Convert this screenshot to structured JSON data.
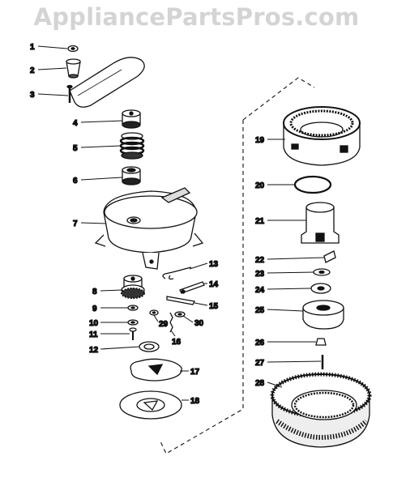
{
  "watermark": "AppliancePartsPros.com",
  "callouts": [
    {
      "id": 1,
      "label": "1"
    },
    {
      "id": 2,
      "label": "2"
    },
    {
      "id": 3,
      "label": "3"
    },
    {
      "id": 4,
      "label": "4"
    },
    {
      "id": 5,
      "label": "5"
    },
    {
      "id": 6,
      "label": "6"
    },
    {
      "id": 7,
      "label": "7"
    },
    {
      "id": 8,
      "label": "8"
    },
    {
      "id": 9,
      "label": "9"
    },
    {
      "id": 10,
      "label": "10"
    },
    {
      "id": 11,
      "label": "11"
    },
    {
      "id": 12,
      "label": "12"
    },
    {
      "id": 13,
      "label": "13"
    },
    {
      "id": 14,
      "label": "14"
    },
    {
      "id": 15,
      "label": "15"
    },
    {
      "id": 16,
      "label": "16"
    },
    {
      "id": 17,
      "label": "17"
    },
    {
      "id": 18,
      "label": "18"
    },
    {
      "id": 19,
      "label": "19"
    },
    {
      "id": 20,
      "label": "20"
    },
    {
      "id": 21,
      "label": "21"
    },
    {
      "id": 22,
      "label": "22"
    },
    {
      "id": 23,
      "label": "23"
    },
    {
      "id": 24,
      "label": "24"
    },
    {
      "id": 25,
      "label": "25"
    },
    {
      "id": 26,
      "label": "26"
    },
    {
      "id": 27,
      "label": "27"
    },
    {
      "id": 28,
      "label": "28"
    },
    {
      "id": 29,
      "label": "29"
    },
    {
      "id": 30,
      "label": "30"
    }
  ]
}
